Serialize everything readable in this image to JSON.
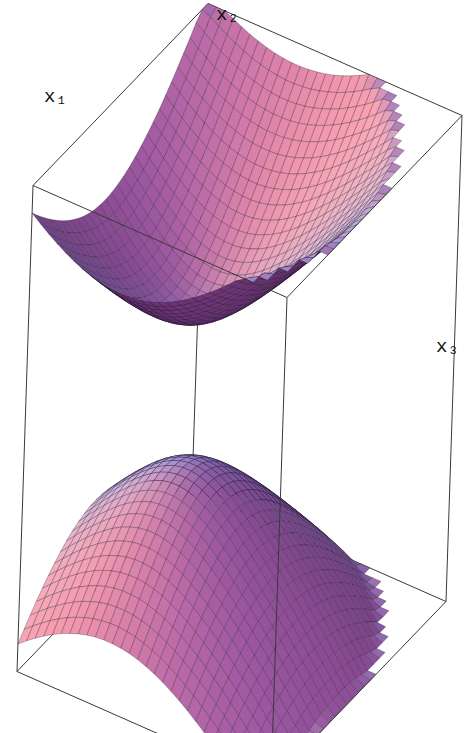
{
  "diagram": {
    "labels": [
      "x₁",
      "x₂",
      "x₃"
    ]
  }
}
